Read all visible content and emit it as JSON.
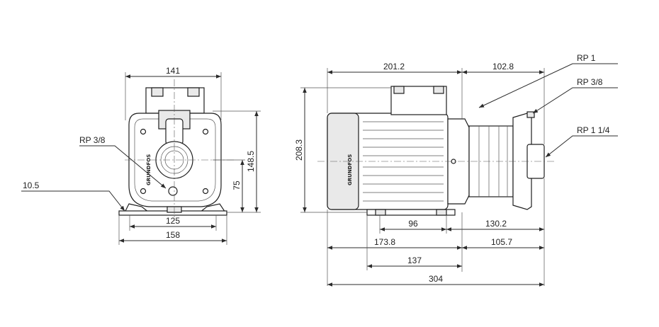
{
  "front_view": {
    "dims": {
      "width_top": "141",
      "height_total": "148.5",
      "shaft_height": "75",
      "base_inner": "125",
      "base_outer": "158",
      "foot": "10.5"
    },
    "labels": {
      "drain_port": "RP 3/8"
    },
    "brand_text": "GRUNDFOS"
  },
  "side_view": {
    "dims": {
      "motor_length": "201.2",
      "pump_length": "102.8",
      "height": "208.3",
      "foot_span": "96",
      "to_outlet": "130.2",
      "to_foot_end": "173.8",
      "foot_offset": "105.7",
      "base_length": "137",
      "total_length": "304"
    },
    "labels": {
      "outlet": "RP 1",
      "vent": "RP 3/8",
      "inlet": "RP 1 1/4"
    },
    "brand_text": "GRUNDFOS"
  }
}
